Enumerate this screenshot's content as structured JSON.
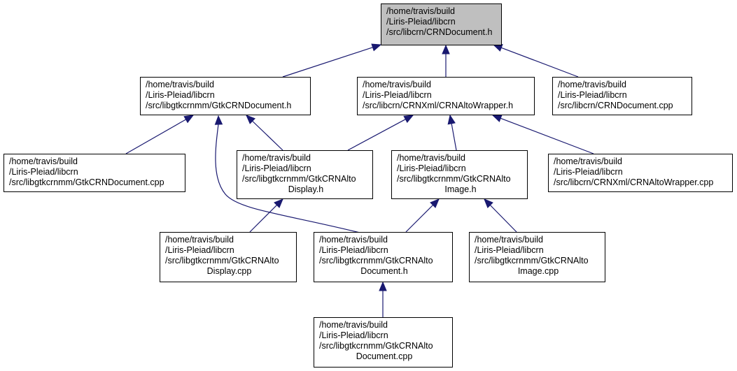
{
  "colors": {
    "edge": "#191970",
    "highlight_fill": "#bfbfbf",
    "node_fill": "#ffffff",
    "node_border": "#000000"
  },
  "nodes": [
    {
      "id": "crn-document-h",
      "lines": [
        "/home/travis/build",
        "/Liris-Pleiad/libcrn",
        "/src/libcrn/CRNDocument.h"
      ],
      "highlight": true,
      "last_centered": false
    },
    {
      "id": "gtk-crn-document-h",
      "lines": [
        "/home/travis/build",
        "/Liris-Pleiad/libcrn",
        "/src/libgtkcrnmm/GtkCRNDocument.h"
      ],
      "highlight": false,
      "last_centered": false
    },
    {
      "id": "crn-alto-wrapper-h",
      "lines": [
        "/home/travis/build",
        "/Liris-Pleiad/libcrn",
        "/src/libcrn/CRNXml/CRNAltoWrapper.h"
      ],
      "highlight": false,
      "last_centered": false
    },
    {
      "id": "crn-document-cpp",
      "lines": [
        "/home/travis/build",
        "/Liris-Pleiad/libcrn",
        "/src/libcrn/CRNDocument.cpp"
      ],
      "highlight": false,
      "last_centered": false
    },
    {
      "id": "gtk-crn-document-cpp",
      "lines": [
        "/home/travis/build",
        "/Liris-Pleiad/libcrn",
        "/src/libgtkcrnmm/GtkCRNDocument.cpp"
      ],
      "highlight": false,
      "last_centered": false
    },
    {
      "id": "gtk-crn-alto-display-h",
      "lines": [
        "/home/travis/build",
        "/Liris-Pleiad/libcrn",
        "/src/libgtkcrnmm/GtkCRNAlto",
        "Display.h"
      ],
      "highlight": false,
      "last_centered": true
    },
    {
      "id": "gtk-crn-alto-image-h",
      "lines": [
        "/home/travis/build",
        "/Liris-Pleiad/libcrn",
        "/src/libgtkcrnmm/GtkCRNAlto",
        "Image.h"
      ],
      "highlight": false,
      "last_centered": true
    },
    {
      "id": "crn-alto-wrapper-cpp",
      "lines": [
        "/home/travis/build",
        "/Liris-Pleiad/libcrn",
        "/src/libcrn/CRNXml/CRNAltoWrapper.cpp"
      ],
      "highlight": false,
      "last_centered": false
    },
    {
      "id": "gtk-crn-alto-display-cpp",
      "lines": [
        "/home/travis/build",
        "/Liris-Pleiad/libcrn",
        "/src/libgtkcrnmm/GtkCRNAlto",
        "Display.cpp"
      ],
      "highlight": false,
      "last_centered": true
    },
    {
      "id": "gtk-crn-alto-document-h",
      "lines": [
        "/home/travis/build",
        "/Liris-Pleiad/libcrn",
        "/src/libgtkcrnmm/GtkCRNAlto",
        "Document.h"
      ],
      "highlight": false,
      "last_centered": true
    },
    {
      "id": "gtk-crn-alto-image-cpp",
      "lines": [
        "/home/travis/build",
        "/Liris-Pleiad/libcrn",
        "/src/libgtkcrnmm/GtkCRNAlto",
        "Image.cpp"
      ],
      "highlight": false,
      "last_centered": true
    },
    {
      "id": "gtk-crn-alto-document-cpp",
      "lines": [
        "/home/travis/build",
        "/Liris-Pleiad/libcrn",
        "/src/libgtkcrnmm/GtkCRNAlto",
        "Document.cpp"
      ],
      "highlight": false,
      "last_centered": true
    }
  ],
  "edges": [
    {
      "from": "gtk-crn-document-h",
      "to": "crn-document-h"
    },
    {
      "from": "crn-alto-wrapper-h",
      "to": "crn-document-h"
    },
    {
      "from": "crn-document-cpp",
      "to": "crn-document-h"
    },
    {
      "from": "gtk-crn-document-cpp",
      "to": "gtk-crn-document-h"
    },
    {
      "from": "gtk-crn-alto-display-h",
      "to": "gtk-crn-document-h"
    },
    {
      "from": "gtk-crn-alto-document-h",
      "to": "gtk-crn-document-h"
    },
    {
      "from": "gtk-crn-alto-display-h",
      "to": "crn-alto-wrapper-h"
    },
    {
      "from": "gtk-crn-alto-image-h",
      "to": "crn-alto-wrapper-h"
    },
    {
      "from": "crn-alto-wrapper-cpp",
      "to": "crn-alto-wrapper-h"
    },
    {
      "from": "gtk-crn-alto-display-cpp",
      "to": "gtk-crn-alto-display-h"
    },
    {
      "from": "gtk-crn-alto-document-h",
      "to": "gtk-crn-alto-image-h"
    },
    {
      "from": "gtk-crn-alto-image-cpp",
      "to": "gtk-crn-alto-image-h"
    },
    {
      "from": "gtk-crn-alto-document-cpp",
      "to": "gtk-crn-alto-document-h"
    }
  ]
}
